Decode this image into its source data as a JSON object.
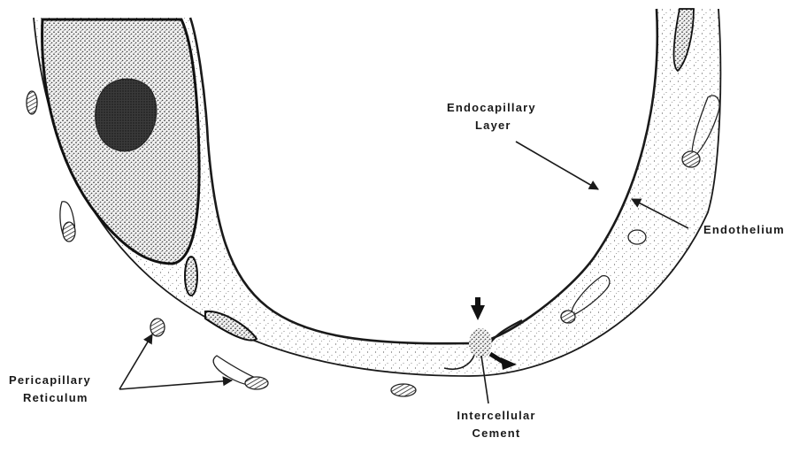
{
  "labels": {
    "endocapillary": {
      "line1": "Endocapillary",
      "line2": "Layer"
    },
    "endothelium": "Endothelium",
    "pericapillary": {
      "line1": "Pericapillary",
      "line2": "Reticulum"
    },
    "intercellular": {
      "line1": "Intercellular",
      "line2": "Cement"
    }
  },
  "colors": {
    "ink": "#1a1a1a",
    "paper": "#ffffff",
    "stipple": "#3a3a3a"
  }
}
